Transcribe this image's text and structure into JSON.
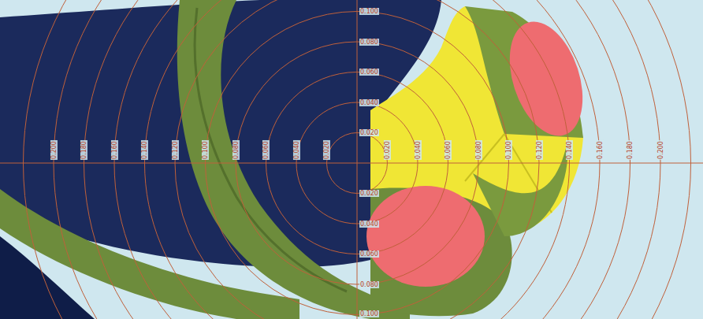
{
  "diagram": {
    "labels": [
      "0.020",
      "0.040",
      "0.060",
      "0.080",
      "0.100",
      "0.020",
      "0.040",
      "0.060",
      "0.080",
      "0.100",
      "0.120",
      "0.140",
      "0.160",
      "0.180",
      "0.200",
      "0.020",
      "0.040",
      "0.060",
      "0.080",
      "0.100",
      "0.120",
      "0.140",
      "0.160",
      "0.180",
      "0.200",
      "0.020",
      "0.040",
      "0.060",
      "0.080",
      "0.100"
    ]
  }
}
